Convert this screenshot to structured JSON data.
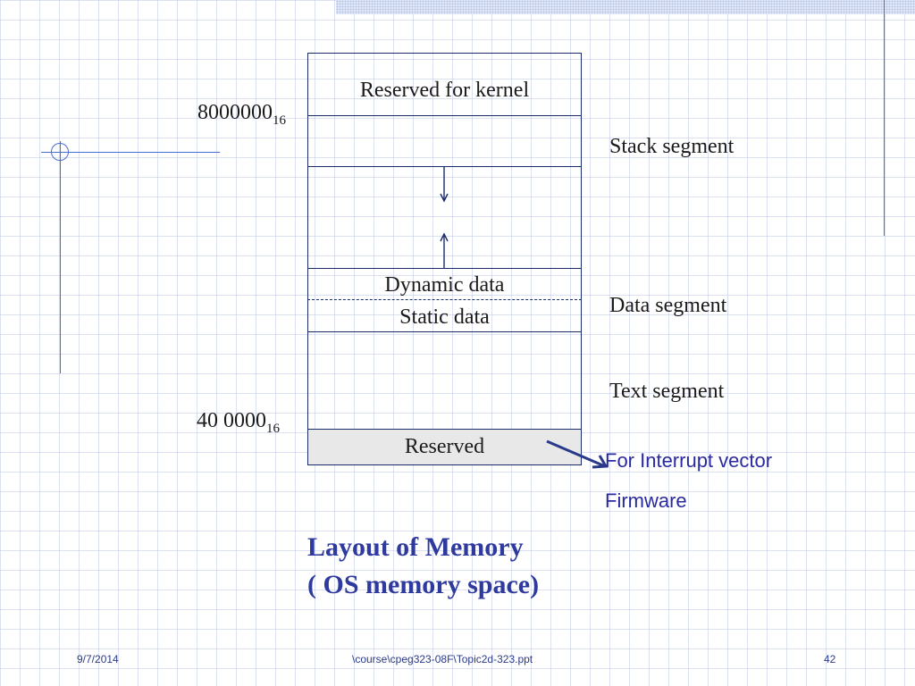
{
  "slide": {
    "title_line1": "Layout of Memory",
    "title_line2": "( OS memory space)",
    "footer_date": "9/7/2014",
    "footer_path": "\\course\\cpeg323-08F\\Topic2d-323.ppt",
    "footer_page": "42"
  },
  "memory_map": {
    "regions": {
      "kernel": "Reserved for kernel",
      "dynamic": "Dynamic data",
      "static": "Static data",
      "reserved": "Reserved"
    },
    "segments": {
      "stack": "Stack segment",
      "data": "Data segment",
      "text": "Text segment"
    },
    "addresses": {
      "top_value": "8000000",
      "top_base": "16",
      "bottom_value": "40 0000",
      "bottom_base": "16"
    },
    "annotations": {
      "interrupt": "For Interrupt vector",
      "firmware": "Firmware"
    }
  },
  "colors": {
    "accent_blue": "#4a6fd4",
    "title_blue": "#2e3a9e",
    "box_border": "#1a2b6a"
  }
}
